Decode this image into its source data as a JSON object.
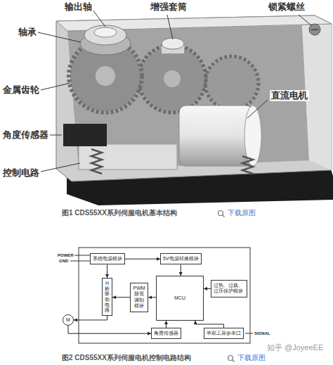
{
  "diagram": {
    "nodes": [
      {
        "text": [
          "系统电源模块"
        ]
      },
      {
        "text": [
          "5V电源转换模块"
        ]
      },
      {
        "text": [
          "过热、过载、过压保护模块"
        ]
      },
      {
        "text": [
          "H桥驱动电路"
        ]
      },
      {
        "text": [
          "PWM脉宽调制模块"
        ]
      },
      {
        "text": [
          "MCU"
        ]
      },
      {
        "text": [
          "M"
        ]
      },
      {
        "text": [
          "角度传感器"
        ]
      },
      {
        "text": [
          "半双工异步串口"
        ]
      }
    ],
    "edges": [
      {
        "from": 0,
        "to": 1,
        "arrow": "to"
      },
      {
        "from": 0,
        "to": 3,
        "arrow": "to"
      },
      {
        "from": 1,
        "to": 5,
        "arrow": "to"
      },
      {
        "from": 2,
        "to": 5,
        "arrow": "to"
      },
      {
        "from": 5,
        "to": 4,
        "arrow": "to"
      },
      {
        "from": 4,
        "to": 3,
        "arrow": "to"
      },
      {
        "from": 3,
        "to": 6,
        "arrow": "to"
      },
      {
        "from": 6,
        "to": 7,
        "arrow": "to"
      },
      {
        "from": 7,
        "to": 5,
        "arrow": "to"
      },
      {
        "from": 8,
        "to": 5,
        "arrow": "to"
      }
    ],
    "labels": [
      "输出轴",
      "增强套筒",
      "锁紧螺丝",
      "轴承",
      "金属齿轮",
      "直流电机",
      "角度传感器",
      "控制电路",
      "POWER",
      "GND",
      "SIGNAL",
      "图1 CDS55XX系列伺服电机基本结构",
      "下载原图",
      "图2 CDS55XX系列伺服电机控制电路结构",
      "下载原图",
      "知乎 @JoyeeEE"
    ]
  }
}
